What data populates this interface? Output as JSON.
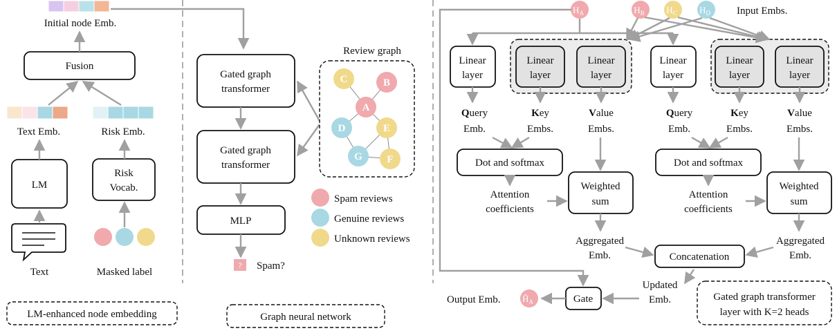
{
  "left": {
    "initial_emb": "Initial node Emb.",
    "fusion": "Fusion",
    "text_emb": "Text Emb.",
    "risk_emb": "Risk Emb.",
    "lm": "LM",
    "risk_vocab_1": "Risk",
    "risk_vocab_2": "Vocab.",
    "text": "Text",
    "masked_label": "Masked label",
    "caption": "LM-enhanced node embedding"
  },
  "middle": {
    "gt1_l1": "Gated graph",
    "gt1_l2": "transformer",
    "gt2_l1": "Gated graph",
    "gt2_l2": "transformer",
    "mlp": "MLP",
    "spam_q": "Spam?",
    "spam_glyph": "?",
    "review_graph": "Review graph",
    "nodes": [
      "A",
      "B",
      "C",
      "D",
      "E",
      "F",
      "G"
    ],
    "legend": {
      "spam": "Spam reviews",
      "genuine": "Genuine reviews",
      "unknown": "Unknown reviews"
    },
    "caption": "Graph neural network"
  },
  "right": {
    "input_embs": "Input Embs.",
    "h_nodes": [
      {
        "sym": "H",
        "sub": "A"
      },
      {
        "sym": "H",
        "sub": "B"
      },
      {
        "sym": "H",
        "sub": "C"
      },
      {
        "sym": "H",
        "sub": "D"
      }
    ],
    "linear_1": "Linear",
    "linear_2": "layer",
    "query_bold": "Q",
    "query_rest": "uery",
    "key_bold": "K",
    "key_rest": "ey",
    "value_bold": "V",
    "value_rest": "alue",
    "emb": "Emb.",
    "embs": "Embs.",
    "dot_softmax": "Dot and softmax",
    "attention_1": "Attention",
    "attention_2": "coefficients",
    "weighted_1": "Weighted",
    "weighted_2": "sum",
    "aggregated_1": "Aggregated",
    "aggregated_2": "Emb.",
    "concatenation": "Concatenation",
    "updated_1": "Updated",
    "updated_2": "Emb.",
    "gate": "Gate",
    "output_emb": "Output Emb.",
    "output_sym": "Ĥ",
    "output_sub": "A",
    "caption_1": "Gated graph transformer",
    "caption_2": "layer with K=2 heads"
  },
  "colors": {
    "spam": "#f0a9ad",
    "genuine": "#a8d8e3",
    "unknown": "#f0d98a",
    "arrow": "#a0a0a0",
    "shaded": "#e8e8e8",
    "emb_purple": "#d8c4f0",
    "emb_pink": "#f5cfe0",
    "emb_blue": "#b9e1ea",
    "emb_orange": "#f2b795"
  }
}
